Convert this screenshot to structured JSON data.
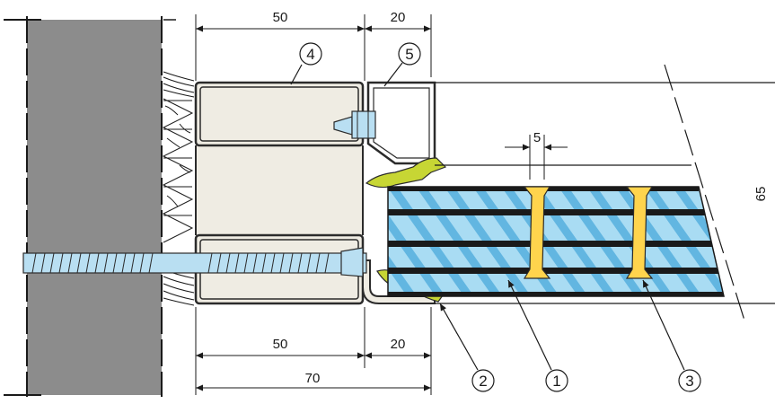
{
  "dimensions": {
    "top_left": "50",
    "top_right": "20",
    "gap": "5",
    "height": "65",
    "bottom_left": "50",
    "bottom_right": "20",
    "bottom_total": "70"
  },
  "callouts": [
    "1",
    "2",
    "3",
    "4",
    "5"
  ],
  "colors": {
    "wall": "#8c8c8c",
    "frame_fill": "#efece3",
    "frame_stroke": "#2b2b2b",
    "glass": "#a9dcf3",
    "glass_stripe": "#4aa9db",
    "spacer_bar": "#ffd44d",
    "gasket": "#c7d634",
    "screw": "#b9dff2",
    "line": "#1a1a1a"
  }
}
